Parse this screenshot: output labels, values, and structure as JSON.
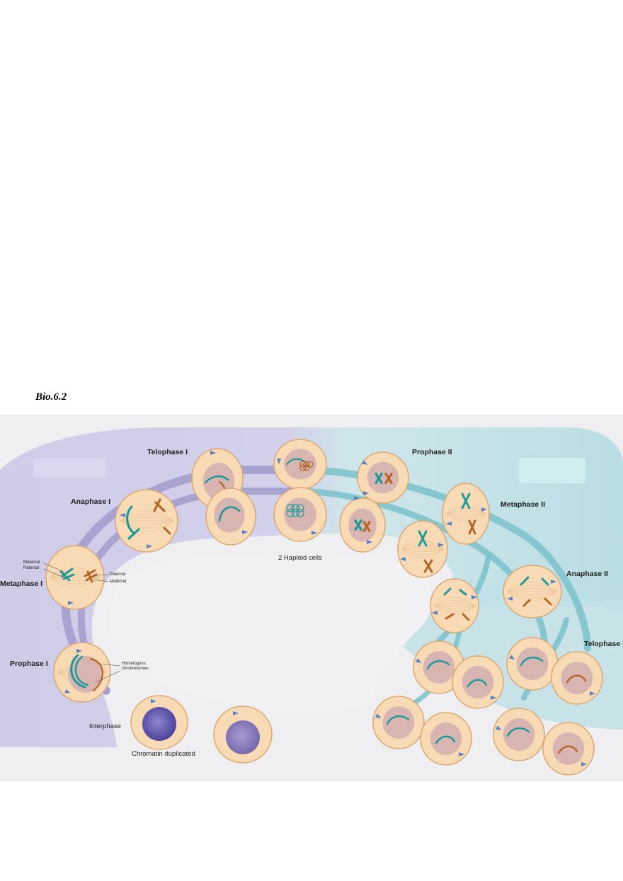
{
  "document": {
    "label": "Bio.6.2"
  },
  "figure": {
    "colors": {
      "meiosis1_band": "#cfcce8",
      "meiosis2_band": "#bfe1e6",
      "path_purple": "#a39fce",
      "path_teal": "#7ec3cc",
      "cell_fill": "#f8dbb5",
      "cell_edge": "#d9a772",
      "nucleus": "#d4aeb1",
      "maternal_chromosome": "#1b9a9a",
      "paternal_chromosome": "#b5672a",
      "centrosome": "#5a7fc6"
    },
    "stages": {
      "prophase_1": "Prophase I",
      "metaphase_1": "Metaphase I",
      "anaphase_1": "Anaphase I",
      "telophase_1": "Telophase I",
      "prophase_2": "Prophase II",
      "metaphase_2": "Metaphase II",
      "anaphase_2": "Anaphase II",
      "telophase_2": "Telophase II"
    },
    "labels": {
      "interphase": "Interphase",
      "chromatin_duplicated": "Chromatin duplicated",
      "haploid_cells": "2 Haploid cells",
      "maternal": "Maternal",
      "paternal": "Paternal",
      "homologous_line1": "Homologous",
      "homologous_line2": "chromosomes"
    }
  }
}
